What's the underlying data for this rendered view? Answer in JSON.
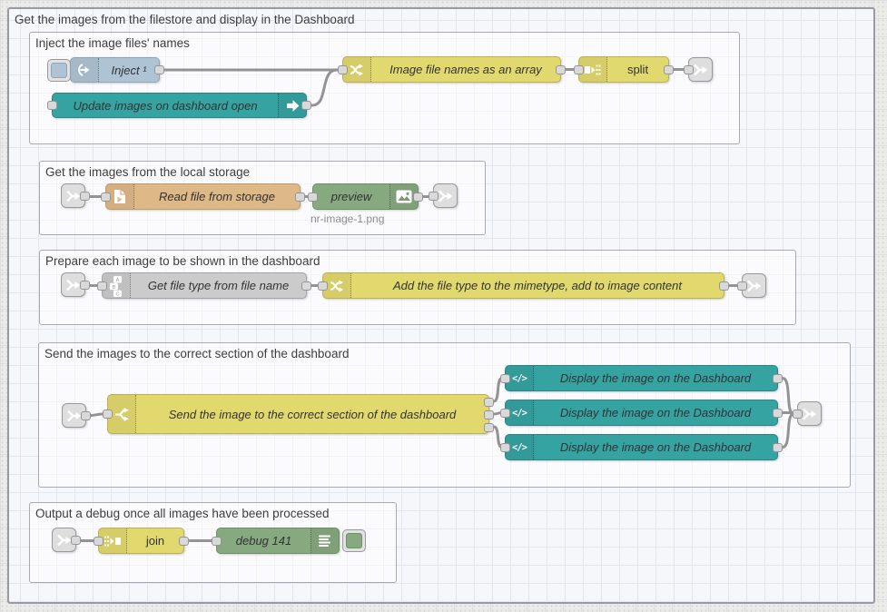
{
  "palette": {
    "inject_blue": "#aec3d3",
    "dashboard_teal": "#36a3a3",
    "function_yellow": "#e2d96e",
    "file_tan": "#deb887",
    "debug_green": "#87a980",
    "node_gray": "#cbcbcb",
    "link_gray": "#dedede",
    "wire_gray": "#939393"
  },
  "outer_group_label": "Get the images from the filestore and display in the Dashboard",
  "groups": {
    "inject_group": "Inject the image files' names",
    "storage_group": "Get the images from the local storage",
    "prepare_group": "Prepare each image to be shown in the dashboard",
    "send_group": "Send the images to the correct section of the dashboard",
    "output_group": "Output a debug once all images have been processed"
  },
  "nodes": {
    "inject": "Inject ¹",
    "update_images": "Update images on dashboard open",
    "image_file_names": "Image file names as an array",
    "split": "split",
    "read_file": "Read file from storage",
    "preview": "preview",
    "preview_status": "nr-image-1.png",
    "get_file_type": "Get file type from file name",
    "add_file_type": "Add the file type to the mimetype, add to image content",
    "switch_send": "Send the image to the correct section of the dashboard",
    "display_1": "Display the image on the Dashboard",
    "display_2": "Display the image on the Dashboard",
    "display_3": "Display the image on the Dashboard",
    "join": "join",
    "debug": "debug 141"
  },
  "icons": {
    "template_glyph": "</>"
  }
}
